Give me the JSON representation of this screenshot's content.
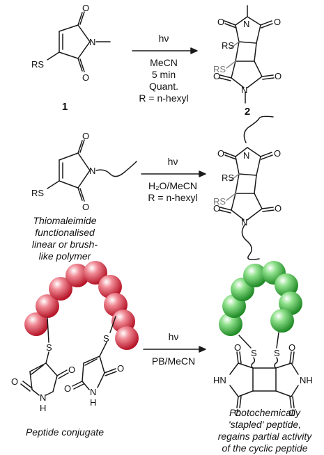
{
  "reaction1": {
    "reactant_substituent": "RS",
    "product_substituent_top": "RS",
    "product_substituent_bottom": "RS",
    "conditions": [
      "hν",
      "MeCN",
      "5 min",
      "Quant.",
      "R = n-hexyl"
    ],
    "reactant_number": "1",
    "product_number": "2"
  },
  "reaction2": {
    "reactant_substituent": "RS",
    "product_substituent_top": "RS",
    "product_substituent_bottom": "RS",
    "conditions": [
      "hν",
      "H₂O/MeCN",
      "R = n-hexyl"
    ],
    "reactant_caption": [
      "Thiomaleimide",
      "functionalised",
      "linear or brush-",
      "like polymer"
    ]
  },
  "reaction3": {
    "conditions": [
      "hν",
      "PB/MeCN"
    ],
    "reactant_caption": [
      "Peptide conjugate"
    ],
    "product_caption": [
      "Photochemically",
      "'stapled' peptide,",
      "regains partial activity",
      "of the cyclic peptide"
    ],
    "reactant_bead_color": "#d9283a",
    "product_bead_color": "#3aa83a"
  },
  "atoms": {
    "O": "O",
    "N": "N",
    "S": "S",
    "NH": "NH",
    "HN": "HN",
    "H": "H"
  }
}
